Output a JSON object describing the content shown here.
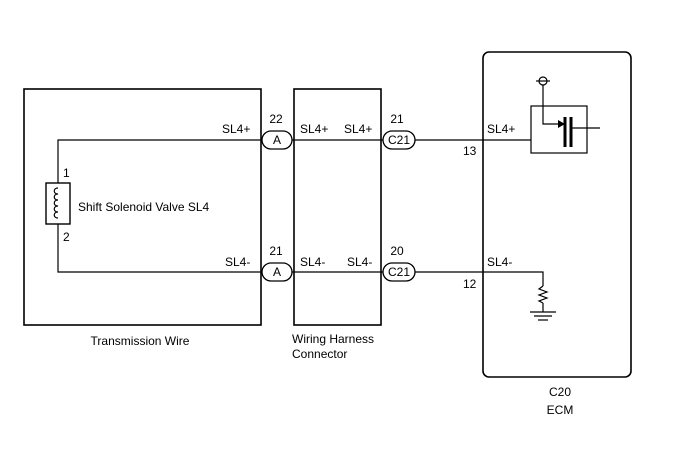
{
  "components": {
    "transmission_wire": {
      "label": "Transmission Wire"
    },
    "harness": {
      "label_line1": "Wiring Harness",
      "label_line2": "Connector"
    },
    "ecm": {
      "code": "C20",
      "label": "ECM"
    },
    "solenoid": {
      "label": "Shift Solenoid Valve SL4",
      "pin_top": "1",
      "pin_bottom": "2"
    }
  },
  "circuits": [
    {
      "tw_signal": "SL4+",
      "conn_a_label": "A",
      "conn_a_pin": "22",
      "harness_left_signal": "SL4+",
      "harness_right_signal": "SL4+",
      "conn_c21_label": "C21",
      "conn_c21_pin": "21",
      "ecm_signal": "SL4+",
      "ecm_pin": "13"
    },
    {
      "tw_signal": "SL4-",
      "conn_a_label": "A",
      "conn_a_pin": "21",
      "harness_left_signal": "SL4-",
      "harness_right_signal": "SL4-",
      "conn_c21_label": "C21",
      "conn_c21_pin": "20",
      "ecm_signal": "SL4-",
      "ecm_pin": "12"
    }
  ]
}
